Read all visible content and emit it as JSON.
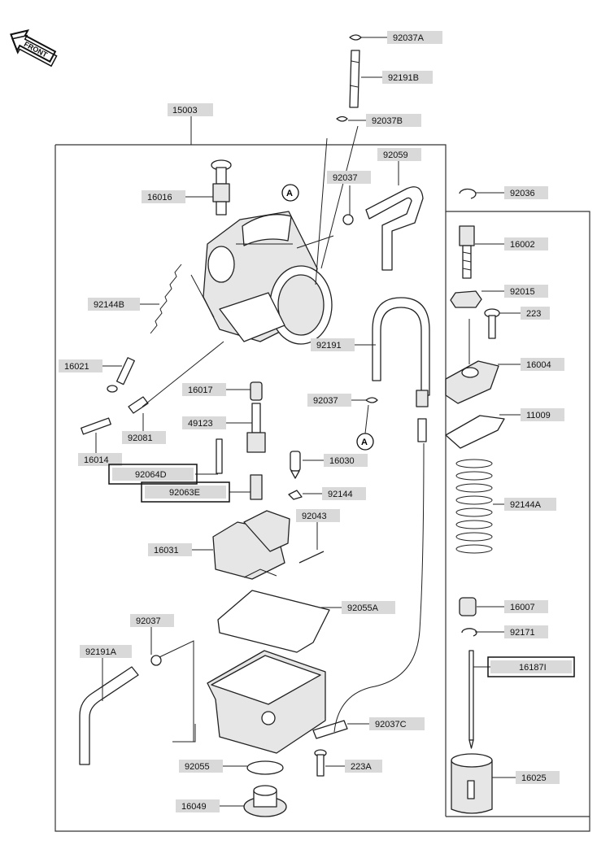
{
  "orientation_mark": {
    "text": "FRONT",
    "icon": "front-arrow-icon"
  },
  "callout_mark": "A",
  "labels": {
    "p15003": "15003",
    "p92037A": "92037A",
    "p92191B": "92191B",
    "p92037B": "92037B",
    "p92059": "92059",
    "p92037_top": "92037",
    "p16016": "16016",
    "p92036": "92036",
    "p16002": "16002",
    "p92015": "92015",
    "p223": "223",
    "p92144B": "92144B",
    "p92191": "92191",
    "p16004": "16004",
    "p16021": "16021",
    "p16017": "16017",
    "p92037_mid": "92037",
    "p11009": "11009",
    "p49123": "49123",
    "p92081": "92081",
    "p16014": "16014",
    "p92064D": "92064D",
    "p16030": "16030",
    "p92063E": "92063E",
    "p92144": "92144",
    "p92144A": "92144A",
    "p92043": "92043",
    "p16031": "16031",
    "p92055A": "92055A",
    "p16007": "16007",
    "p92037_low": "92037",
    "p92171": "92171",
    "p92191A": "92191A",
    "p16187I": "16187I",
    "p92037C": "92037C",
    "p92055": "92055",
    "p223A": "223A",
    "p16025": "16025",
    "p16049": "16049"
  }
}
